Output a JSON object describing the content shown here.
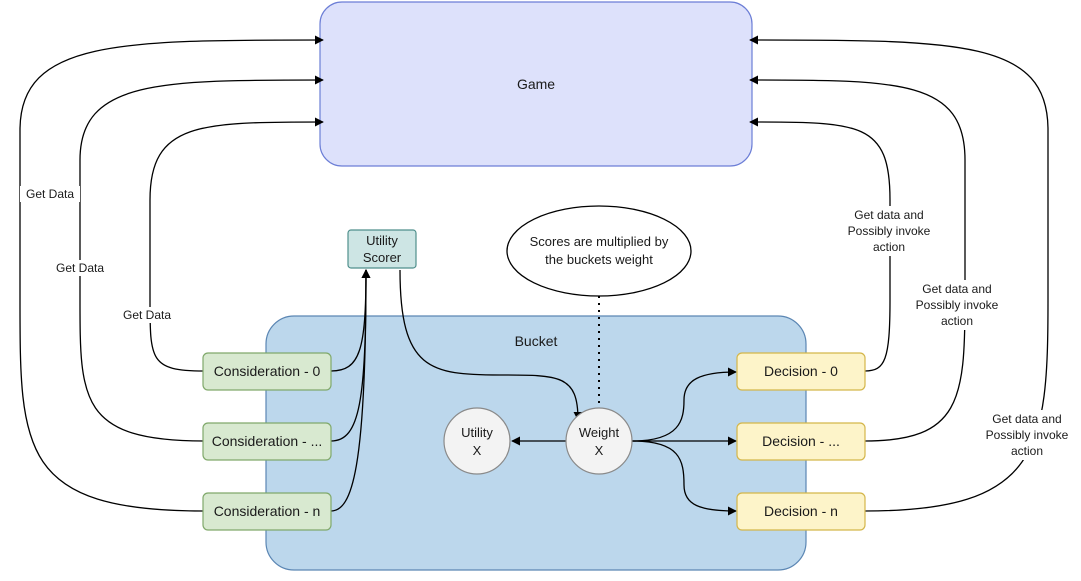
{
  "nodes": {
    "game": {
      "label": "Game"
    },
    "bucket": {
      "label": "Bucket"
    },
    "utility_scorer": {
      "label_line1": "Utility",
      "label_line2": "Scorer"
    },
    "note": {
      "line1": "Scores are multiplied by",
      "line2": "the buckets weight"
    },
    "weight": {
      "line1": "Weight",
      "line2": "X"
    },
    "utility": {
      "line1": "Utility",
      "line2": "X"
    },
    "considerations": [
      {
        "label": "Consideration - 0"
      },
      {
        "label": "Consideration - ..."
      },
      {
        "label": "Consideration - n"
      }
    ],
    "decisions": [
      {
        "label": "Decision - 0"
      },
      {
        "label": "Decision - ..."
      },
      {
        "label": "Decision - n"
      }
    ]
  },
  "edge_labels": {
    "get_data": [
      "Get Data",
      "Get Data",
      "Get Data"
    ],
    "decision_edges": [
      {
        "line1": "Get data and",
        "line2": "Possibly invoke",
        "line3": "action"
      },
      {
        "line1": "Get data and",
        "line2": "Possibly invoke",
        "line3": "action"
      },
      {
        "line1": "Get data and",
        "line2": "Possibly invoke",
        "line3": "action"
      }
    ]
  },
  "colors": {
    "game_fill": "#dde1fb",
    "game_stroke": "#6c7ed6",
    "bucket_fill": "#bcd7ec",
    "bucket_stroke": "#5b86b3",
    "scorer_fill": "#cde5e4",
    "scorer_stroke": "#4f8f8c",
    "consideration_fill": "#d8e9d0",
    "consideration_stroke": "#80a96b",
    "decision_fill": "#fdf4c9",
    "decision_stroke": "#d4b64a",
    "circle_fill": "#f3f3f3",
    "circle_stroke": "#8a8a8a"
  }
}
